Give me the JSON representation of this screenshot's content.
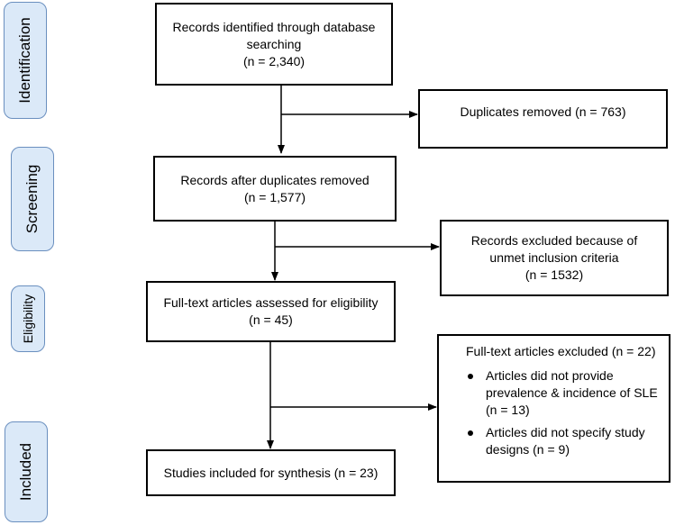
{
  "phases": {
    "identification": "Identification",
    "screening": "Screening",
    "eligibility": "Eligibility",
    "included": "Included"
  },
  "boxes": {
    "identified": {
      "line1": "Records identified through database",
      "line2": "searching",
      "line3": "(n = 2,340)"
    },
    "duplicates": {
      "line1": "Duplicates removed (n = 763)"
    },
    "after_duplicates": {
      "line1": "Records after duplicates removed",
      "line2": "(n = 1,577)"
    },
    "excluded_criteria": {
      "line1": "Records excluded because of",
      "line2": "unmet inclusion criteria",
      "line3": "(n = 1532)"
    },
    "fulltext_assessed": {
      "line1": "Full-text articles assessed for eligibility",
      "line2": "(n = 45)"
    },
    "fulltext_excluded": {
      "heading": "Full-text articles excluded (n = 22)",
      "items": [
        {
          "line1": "Articles did not provide",
          "line2": "prevalence & incidence of SLE",
          "line3": "(n = 13)"
        },
        {
          "line1": "Articles did not specify study",
          "line2": "designs (n = 9)"
        }
      ]
    },
    "included": {
      "line1": "Studies included for synthesis (n = 23)"
    }
  },
  "colors": {
    "phase_fill": "#dbe9f8",
    "phase_border": "#6a8fbf",
    "line": "#000000"
  }
}
